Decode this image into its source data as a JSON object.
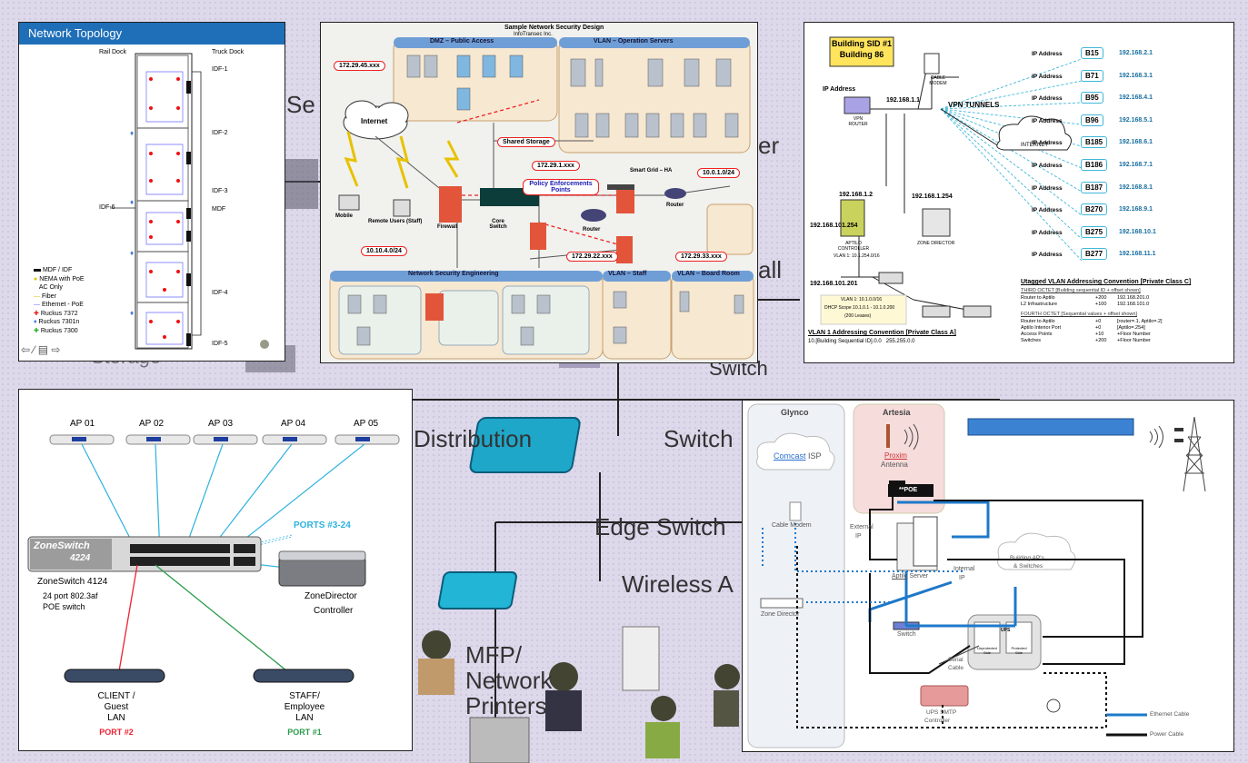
{
  "background": {
    "labels": [
      "Distribution",
      "Switch",
      "Edge Switch",
      "Wireless A",
      "MFP/",
      "Network",
      "Printers",
      "Switch",
      "all",
      "er",
      "Se",
      "Storage"
    ]
  },
  "topology": {
    "title": "Network Topology",
    "rail_dock": "Rail Dock",
    "truck_dock": "Truck Dock",
    "idf_labels": [
      "IDF-1",
      "IDF-2",
      "IDF-3",
      "MDF",
      "IDF-4",
      "IDF-5"
    ],
    "idf6": "IDF-6",
    "legend": [
      "MDF / IDF",
      "NEMA with PoE",
      "AC Only",
      "Fiber",
      "Ethernet - PoE",
      "Ruckus 7372",
      "Ruckus 7301n",
      "Ruckus 7300"
    ]
  },
  "security": {
    "title": "Sample Network Security Design",
    "subtitle": "InfoTransec Inc.",
    "dmz": "DMZ – Public Access",
    "ops": "VLAN – Operation Servers",
    "internet": "Internet",
    "ip1": "172.29.45.xxx",
    "ip2": "172.29.1.xxx",
    "ip3": "10.0.1.0/24",
    "ip4": "10.10.4.0/24",
    "ip5": "172.29.22.xxx",
    "ip6": "172.29.33.xxx",
    "shared": "Shared Storage",
    "policy": "Policy Enforcements Points",
    "core": "Core Switch",
    "router": "Router",
    "firewall": "Firewall",
    "router2": "Router",
    "mobile": "Mobile",
    "remote": "Remote Users (Staff)",
    "nse": "Network Security Engineering",
    "staff": "VLAN – Staff",
    "board": "VLAN – Board Room",
    "smart": "Smart Grid – HA"
  },
  "building": {
    "title1": "Building SID #1",
    "title2": "Building 86",
    "ip_address": "IP Address",
    "cable_modem": "CABLE MODEM",
    "router_ip": "192.168.1.1",
    "vpn_router": "VPN ROUTER",
    "vpn_tunnels": "VPN TUNNELS",
    "internet": "INTERNET",
    "aptilo_ip": "192.168.1.2",
    "zd_ip": "192.168.1.254",
    "aptilo": "APTILO CONTROLLER",
    "aptilo_vlan": "VLAN 1: 10.1.254.0/16",
    "zone_director": "ZONE DIRECTOR",
    "ip_254": "192.168.101.254",
    "ip_201": "192.168.101.201",
    "sites": [
      {
        "name": "B15",
        "ip": "192.168.2.1"
      },
      {
        "name": "B71",
        "ip": "192.168.3.1"
      },
      {
        "name": "B95",
        "ip": "192.168.4.1"
      },
      {
        "name": "B96",
        "ip": "192.168.5.1"
      },
      {
        "name": "B185",
        "ip": "192.168.6.1"
      },
      {
        "name": "B186",
        "ip": "192.168.7.1"
      },
      {
        "name": "B187",
        "ip": "192.168.8.1"
      },
      {
        "name": "B270",
        "ip": "192.168.9.1"
      },
      {
        "name": "B275",
        "ip": "192.168.10.1"
      },
      {
        "name": "B277",
        "ip": "192.168.11.1"
      }
    ],
    "vlan_heading": "Utagged VLAN Addressing Convention [Private Class C]",
    "third_octet": "THIRD OCTET [Building sequential ID + offset shown]",
    "third_rows": [
      [
        "Router to Aptilo",
        "+200",
        "192.168.201.0"
      ],
      [
        "L2 Infrastructure",
        "+100",
        "192.168.101.0"
      ]
    ],
    "fourth_octet": "FOURTH OCTET [Sequential values + offset shown]",
    "fourth_rows": [
      [
        "Router to Aptilo",
        "+0",
        "[router=.1, Aptilo=.2]"
      ],
      [
        "Aptilo Interior Port",
        "+0",
        "[Aptilo=.254]"
      ],
      [
        "Access Points",
        "+10",
        "+Floor Number"
      ],
      [
        "Switches",
        "+200",
        "+Floor Number"
      ]
    ],
    "vlan1_note1": "VLAN 1: 10.1.0.0/16",
    "vlan1_note2": "DHCP Scope 10.1.0.1 - 10.1.0.200",
    "vlan1_note3": "(200 Leases)",
    "vlan1_heading": "VLAN 1 Addressing Convention [Private Class A]",
    "vlan1_row": [
      "10.[Building Sequential ID].0.0",
      "255.255.0.0"
    ]
  },
  "zoneswitch": {
    "aps": [
      "AP 01",
      "AP 02",
      "AP 03",
      "AP 04",
      "AP 05"
    ],
    "ports": "PORTS #3-24",
    "brand1": "ZoneSwitch",
    "brand2": "4224",
    "name": "ZoneSwitch 4124",
    "desc1": "24 port 802.3af",
    "desc2": "POE switch",
    "zd1": "ZoneDirector",
    "zd2": "Controller",
    "client1": "CLIENT /",
    "client2": "Guest",
    "client3": "LAN",
    "client_port": "PORT #2",
    "staff1": "STAFF/",
    "staff2": "Employee",
    "staff3": "LAN",
    "staff_port": "PORT #1"
  },
  "glynco": {
    "glynco": "Glynco",
    "artesia": "Artesia",
    "comcast": "Comcast",
    "isp": "ISP",
    "proxim": "Proxim",
    "antenna": "Antenna",
    "poe": "**POE",
    "cable_modem": "Cable Modem",
    "external": "External",
    "ip": "IP",
    "building": "Building AP's",
    "switches": "& Switches",
    "internal": "Internal",
    "internal_ip": "IP",
    "aptilo": "Aptilo",
    "server": "Server",
    "zone_director": "Zone Director",
    "switch": "Switch",
    "serial": "Serial",
    "cable": "Cable",
    "ups_label": "UPS",
    "unprotected": "Unprotected Side",
    "protected": "Protected Side",
    "ups_smtp1": "UPS SMTP",
    "ups_smtp2": "Controller",
    "eth_cable": "Ethernet Cable",
    "power_cable": "Power Cable"
  }
}
